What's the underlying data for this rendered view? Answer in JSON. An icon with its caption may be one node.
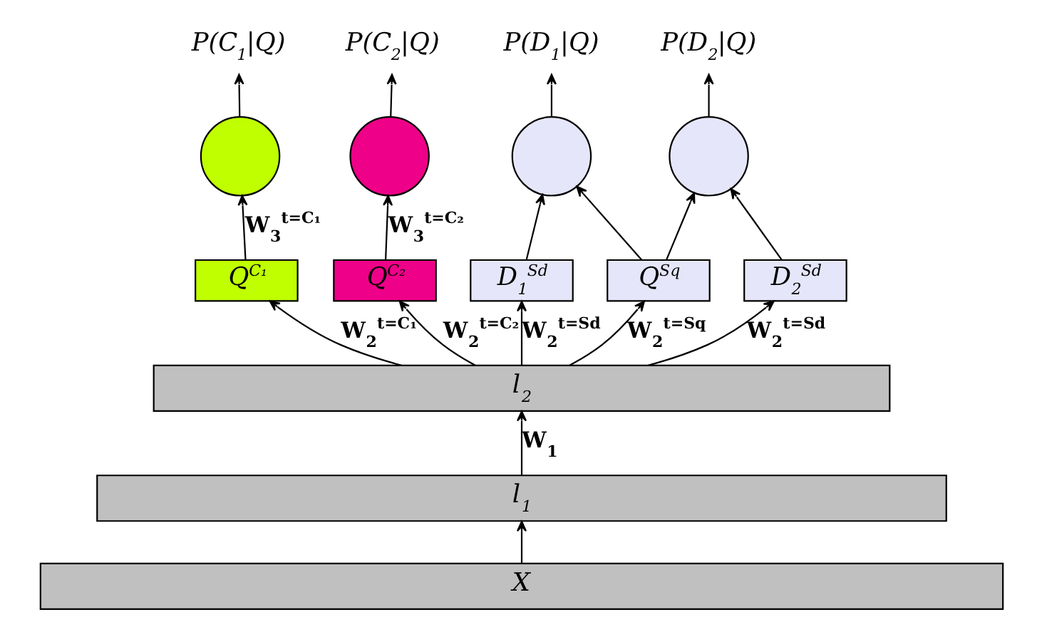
{
  "diagram": {
    "nodes": [
      {
        "text": [
          "P(C$_{1}$|Q)"
        ]
      },
      {
        "text": [
          "P(C$_{2}$|Q)"
        ]
      },
      {
        "text": [
          "P(D$_{1}$|Q)"
        ]
      },
      {
        "text": [
          "P(D$_{2}$|Q)"
        ]
      },
      {
        "text": [],
        "shape": "circle"
      },
      {
        "text": [],
        "shape": "circle"
      },
      {
        "text": [],
        "shape": "circle"
      },
      {
        "text": [],
        "shape": "circle"
      },
      {
        "text": [
          "Q$^{C₁}$"
        ]
      },
      {
        "text": [
          "Q$^{C₂}$"
        ]
      },
      {
        "text": [
          "Q$^{Sq}$"
        ]
      },
      {
        "text": [
          "D$_{1}$$^{Sd}$"
        ]
      },
      {
        "text": [
          "D$_{2}$$^{Sd}$"
        ]
      },
      {
        "text": [
          "l$_{2}$"
        ]
      },
      {
        "text": [
          "l$_{1}$"
        ]
      },
      {
        "text": [
          "X"
        ]
      }
    ],
    "edges": [
      {
        "from": 15,
        "to": 14,
        "arrow": "to"
      },
      {
        "from": 14,
        "to": 13,
        "arrow": "to",
        "label": "W$_{1}$"
      },
      {
        "from": 13,
        "to": 8,
        "arrow": "to",
        "label": "W$_{2}$$^{t=C₁}$"
      },
      {
        "from": 13,
        "to": 9,
        "arrow": "to",
        "label": "W$_{2}$$^{t=C₂}$"
      },
      {
        "from": 13,
        "to": 10,
        "arrow": "to",
        "label": "W$_{2}$$^{t=Sq}$"
      },
      {
        "from": 13,
        "to": 11,
        "arrow": "to",
        "label": "W$_{2}$$^{t=Sd}$"
      },
      {
        "from": 13,
        "to": 12,
        "arrow": "to",
        "label": "W$_{2}$$^{t=Sd}$"
      },
      {
        "from": 8,
        "to": 4,
        "arrow": "to",
        "label": "W$_{3}$$^{t=C₁}$"
      },
      {
        "from": 9,
        "to": 5,
        "arrow": "to",
        "label": "W$_{3}$$^{t=C₂}$"
      },
      {
        "from": 10,
        "to": 6,
        "arrow": "to"
      },
      {
        "from": 10,
        "to": 7,
        "arrow": "to"
      },
      {
        "from": 11,
        "to": 6,
        "arrow": "to"
      },
      {
        "from": 12,
        "to": 7,
        "arrow": "to"
      },
      {
        "from": 4,
        "to": 0,
        "arrow": "to"
      },
      {
        "from": 5,
        "to": 1,
        "arrow": "to"
      },
      {
        "from": 6,
        "to": 2,
        "arrow": "to"
      },
      {
        "from": 7,
        "to": 3,
        "arrow": "to"
      }
    ]
  }
}
